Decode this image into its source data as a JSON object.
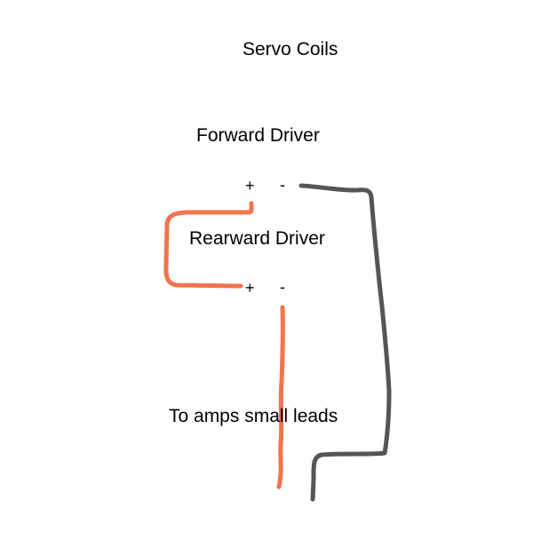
{
  "title": "Servo Coils",
  "forward_driver": {
    "label": "Forward Driver",
    "plus": "+",
    "minus": "-"
  },
  "rearward_driver": {
    "label": "Rearward Driver",
    "plus": "+",
    "minus": "-"
  },
  "footer_label": "To amps small leads",
  "colors": {
    "orange_wire": "#f2734f",
    "gray_wire": "#555555",
    "text": "#000000",
    "background": "#ffffff"
  }
}
